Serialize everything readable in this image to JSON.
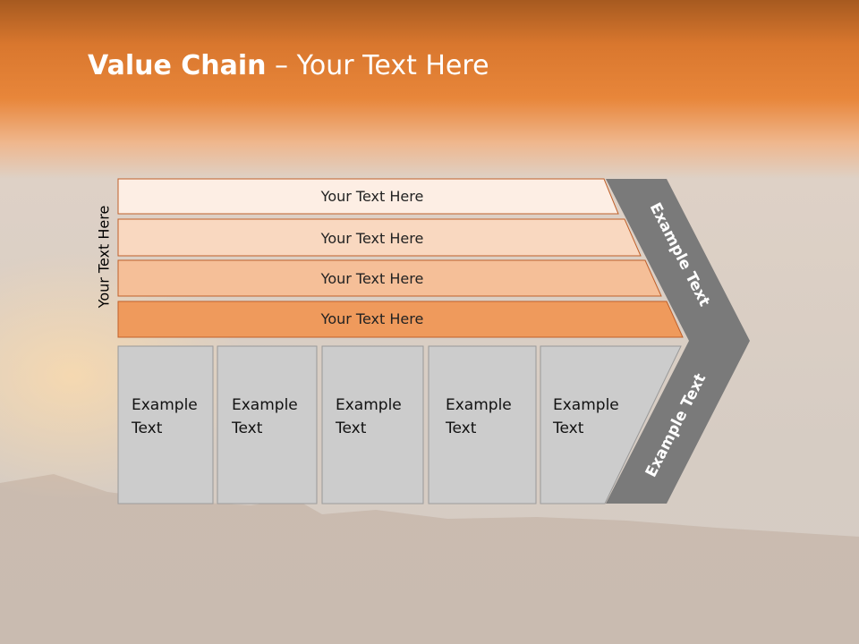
{
  "title": {
    "bold": "Value Chain",
    "rest": " – Your Text Here"
  },
  "side_label": "Your Text Here",
  "bars": [
    {
      "label": "Your Text Here",
      "color": "#fdeee4"
    },
    {
      "label": "Your Text Here",
      "color": "#f9d8c0"
    },
    {
      "label": "Your Text Here",
      "color": "#f5bf98"
    },
    {
      "label": "Your Text Here",
      "color": "#ef9a5c"
    }
  ],
  "boxes": [
    {
      "line1": "Example",
      "line2": "Text"
    },
    {
      "line1": "Example",
      "line2": "Text"
    },
    {
      "line1": "Example",
      "line2": "Text"
    },
    {
      "line1": "Example",
      "line2": "Text"
    },
    {
      "line1": "Example",
      "line2": "Text"
    }
  ],
  "chevron": {
    "upper": "Example Text",
    "lower": "Example Text",
    "color": "#7a7a7a"
  },
  "colors": {
    "box_fill": "#cccccc",
    "bar_border": "#c0602a",
    "title_text": "#ffffff"
  }
}
